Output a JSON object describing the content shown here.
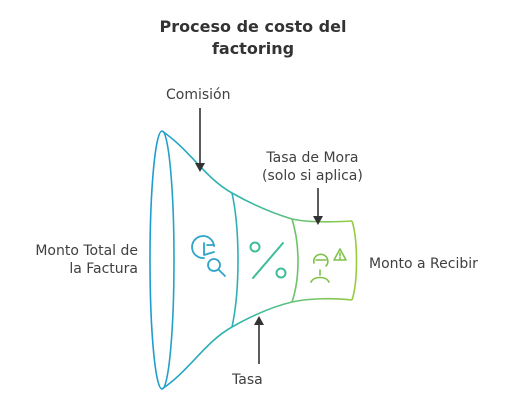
{
  "title": {
    "line1": "Proceso de costo del",
    "line2": "factoring"
  },
  "labels": {
    "comision": "Comisión",
    "mora_line1": "Tasa de Mora",
    "mora_line2": "(solo si aplica)",
    "total_line1": "Monto Total de",
    "total_line2": "la Factura",
    "recibir": "Monto a Recibir",
    "tasa": "Tasa"
  },
  "segments": [
    {
      "icon": "pie-chart-search-icon",
      "color": "#2fa4c9"
    },
    {
      "icon": "percent-icon",
      "color": "#3dbd9a"
    },
    {
      "icon": "person-warning-icon",
      "color": "#8cc63f"
    }
  ]
}
